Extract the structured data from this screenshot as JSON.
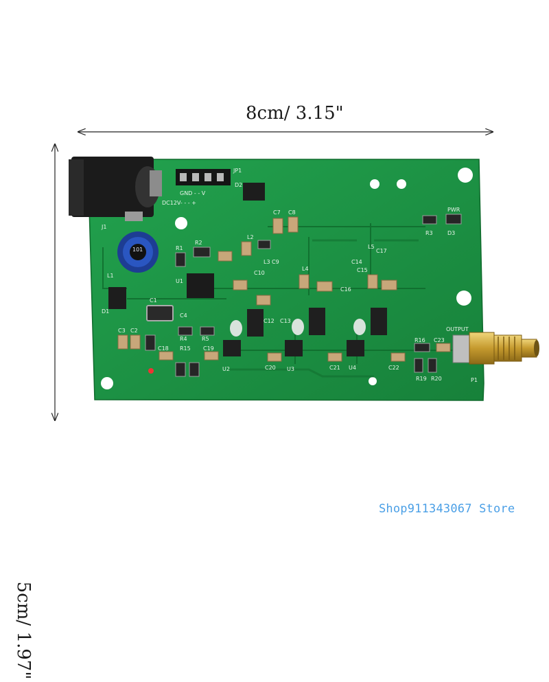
{
  "dimensions": {
    "width": "8cm/ 3.15\"",
    "height": "5cm/ 1.97\""
  },
  "board_labels": {
    "jp1": "JP1",
    "pins": "GND - - V",
    "dc_input": "DC12V- - - +",
    "j1": "J1",
    "pwr": "PWR",
    "r3": "R3",
    "d3": "D3",
    "output": "OUTPUT",
    "p1": "P1",
    "c7": "C7",
    "c8": "C8",
    "c9": "C9",
    "c10": "C10",
    "c12": "C12",
    "c13": "C13",
    "c14": "C14",
    "c15": "C15",
    "c16": "C16",
    "c17": "C17",
    "c18": "C18",
    "c19": "C19",
    "c20": "C20",
    "c21": "C21",
    "c22": "C22",
    "c23": "C23",
    "c1": "C1",
    "c2": "C2",
    "c3": "C3",
    "c4": "C4",
    "l1": "L1",
    "l2": "L2",
    "l3": "L3",
    "l4": "L4",
    "l5": "L5",
    "r1": "R1",
    "r2": "R2",
    "r4": "R4",
    "r5": "R5",
    "r15": "R15",
    "r16": "R16",
    "r19": "R19",
    "r20": "R20",
    "u1": "U1",
    "u2": "U2",
    "u3": "U3",
    "u4": "U4",
    "d1": "D1",
    "d2": "D2",
    "inductor_marking": "101"
  },
  "watermark": "Shop911343067 Store",
  "colors": {
    "pcb": "#1f9a48",
    "pcb_dark": "#157a36",
    "silkscreen": "#e8f4ea",
    "connector": "#1e1e1e",
    "sma": "#c9a53a",
    "watermark": "#4a9fe6"
  }
}
